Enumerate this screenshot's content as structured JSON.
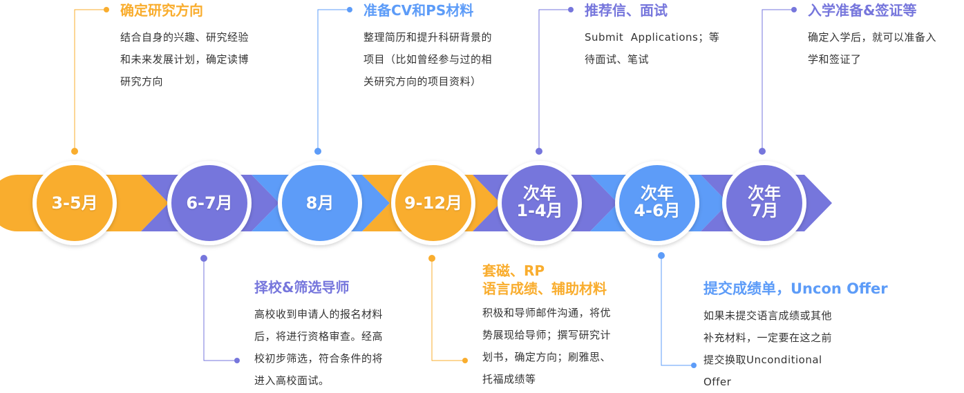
{
  "colors": {
    "orange": "#f9ad2e",
    "purple": "#7676dc",
    "blue": "#5d9cf8",
    "text": "#333333"
  },
  "timeline": {
    "stages": [
      {
        "label_line1": "3-5月",
        "label_line2": "",
        "color": "#f9ad2e"
      },
      {
        "label_line1": "6-7月",
        "label_line2": "",
        "color": "#7676dc"
      },
      {
        "label_line1": "8月",
        "label_line2": "",
        "color": "#5d9cf8"
      },
      {
        "label_line1": "9-12月",
        "label_line2": "",
        "color": "#f9ad2e"
      },
      {
        "label_line1": "次年",
        "label_line2": "1-4月",
        "color": "#7676dc"
      },
      {
        "label_line1": "次年",
        "label_line2": "4-6月",
        "color": "#5d9cf8"
      },
      {
        "label_line1": "次年",
        "label_line2": "7月",
        "color": "#7676dc"
      }
    ]
  },
  "steps": {
    "s1": {
      "title": "确定研究方向",
      "lines": [
        "结合自身的兴趣、研究经验",
        "和未来发展计划，确定读博",
        "研究方向"
      ]
    },
    "s2": {
      "title": "择校&筛选导师",
      "lines": [
        "高校收到申请人的报名材料",
        "后，将进行资格审查。经高",
        "校初步筛选，符合条件的将",
        "进入高校面试。"
      ]
    },
    "s3": {
      "title": "准备CV和PS材料",
      "lines": [
        "整理简历和提升科研背景的",
        "项目（比如曾经参与过的相",
        "关研究方向的项目资料）"
      ]
    },
    "s4": {
      "title_line1": "套磁、RP",
      "title_line2": "语言成绩、辅助材料",
      "lines": [
        "积极和导师邮件沟通，将优",
        "势展现给导师；撰写研究计",
        "划书，确定方向；刷雅思、",
        "托福成绩等"
      ]
    },
    "s5": {
      "title": "推荐信、面试",
      "lines": [
        "Submit  Applications；等",
        "待面试、笔试"
      ]
    },
    "s6": {
      "title": "提交成绩单，Uncon Offer",
      "lines": [
        "如果未提交语言成绩或其他",
        "补充材料，一定要在这之前",
        "提交换取Unconditional",
        "Offer"
      ]
    },
    "s7": {
      "title": "入学准备&签证等",
      "lines": [
        "确定入学后，就可以准备入",
        "学和签证了"
      ]
    }
  }
}
